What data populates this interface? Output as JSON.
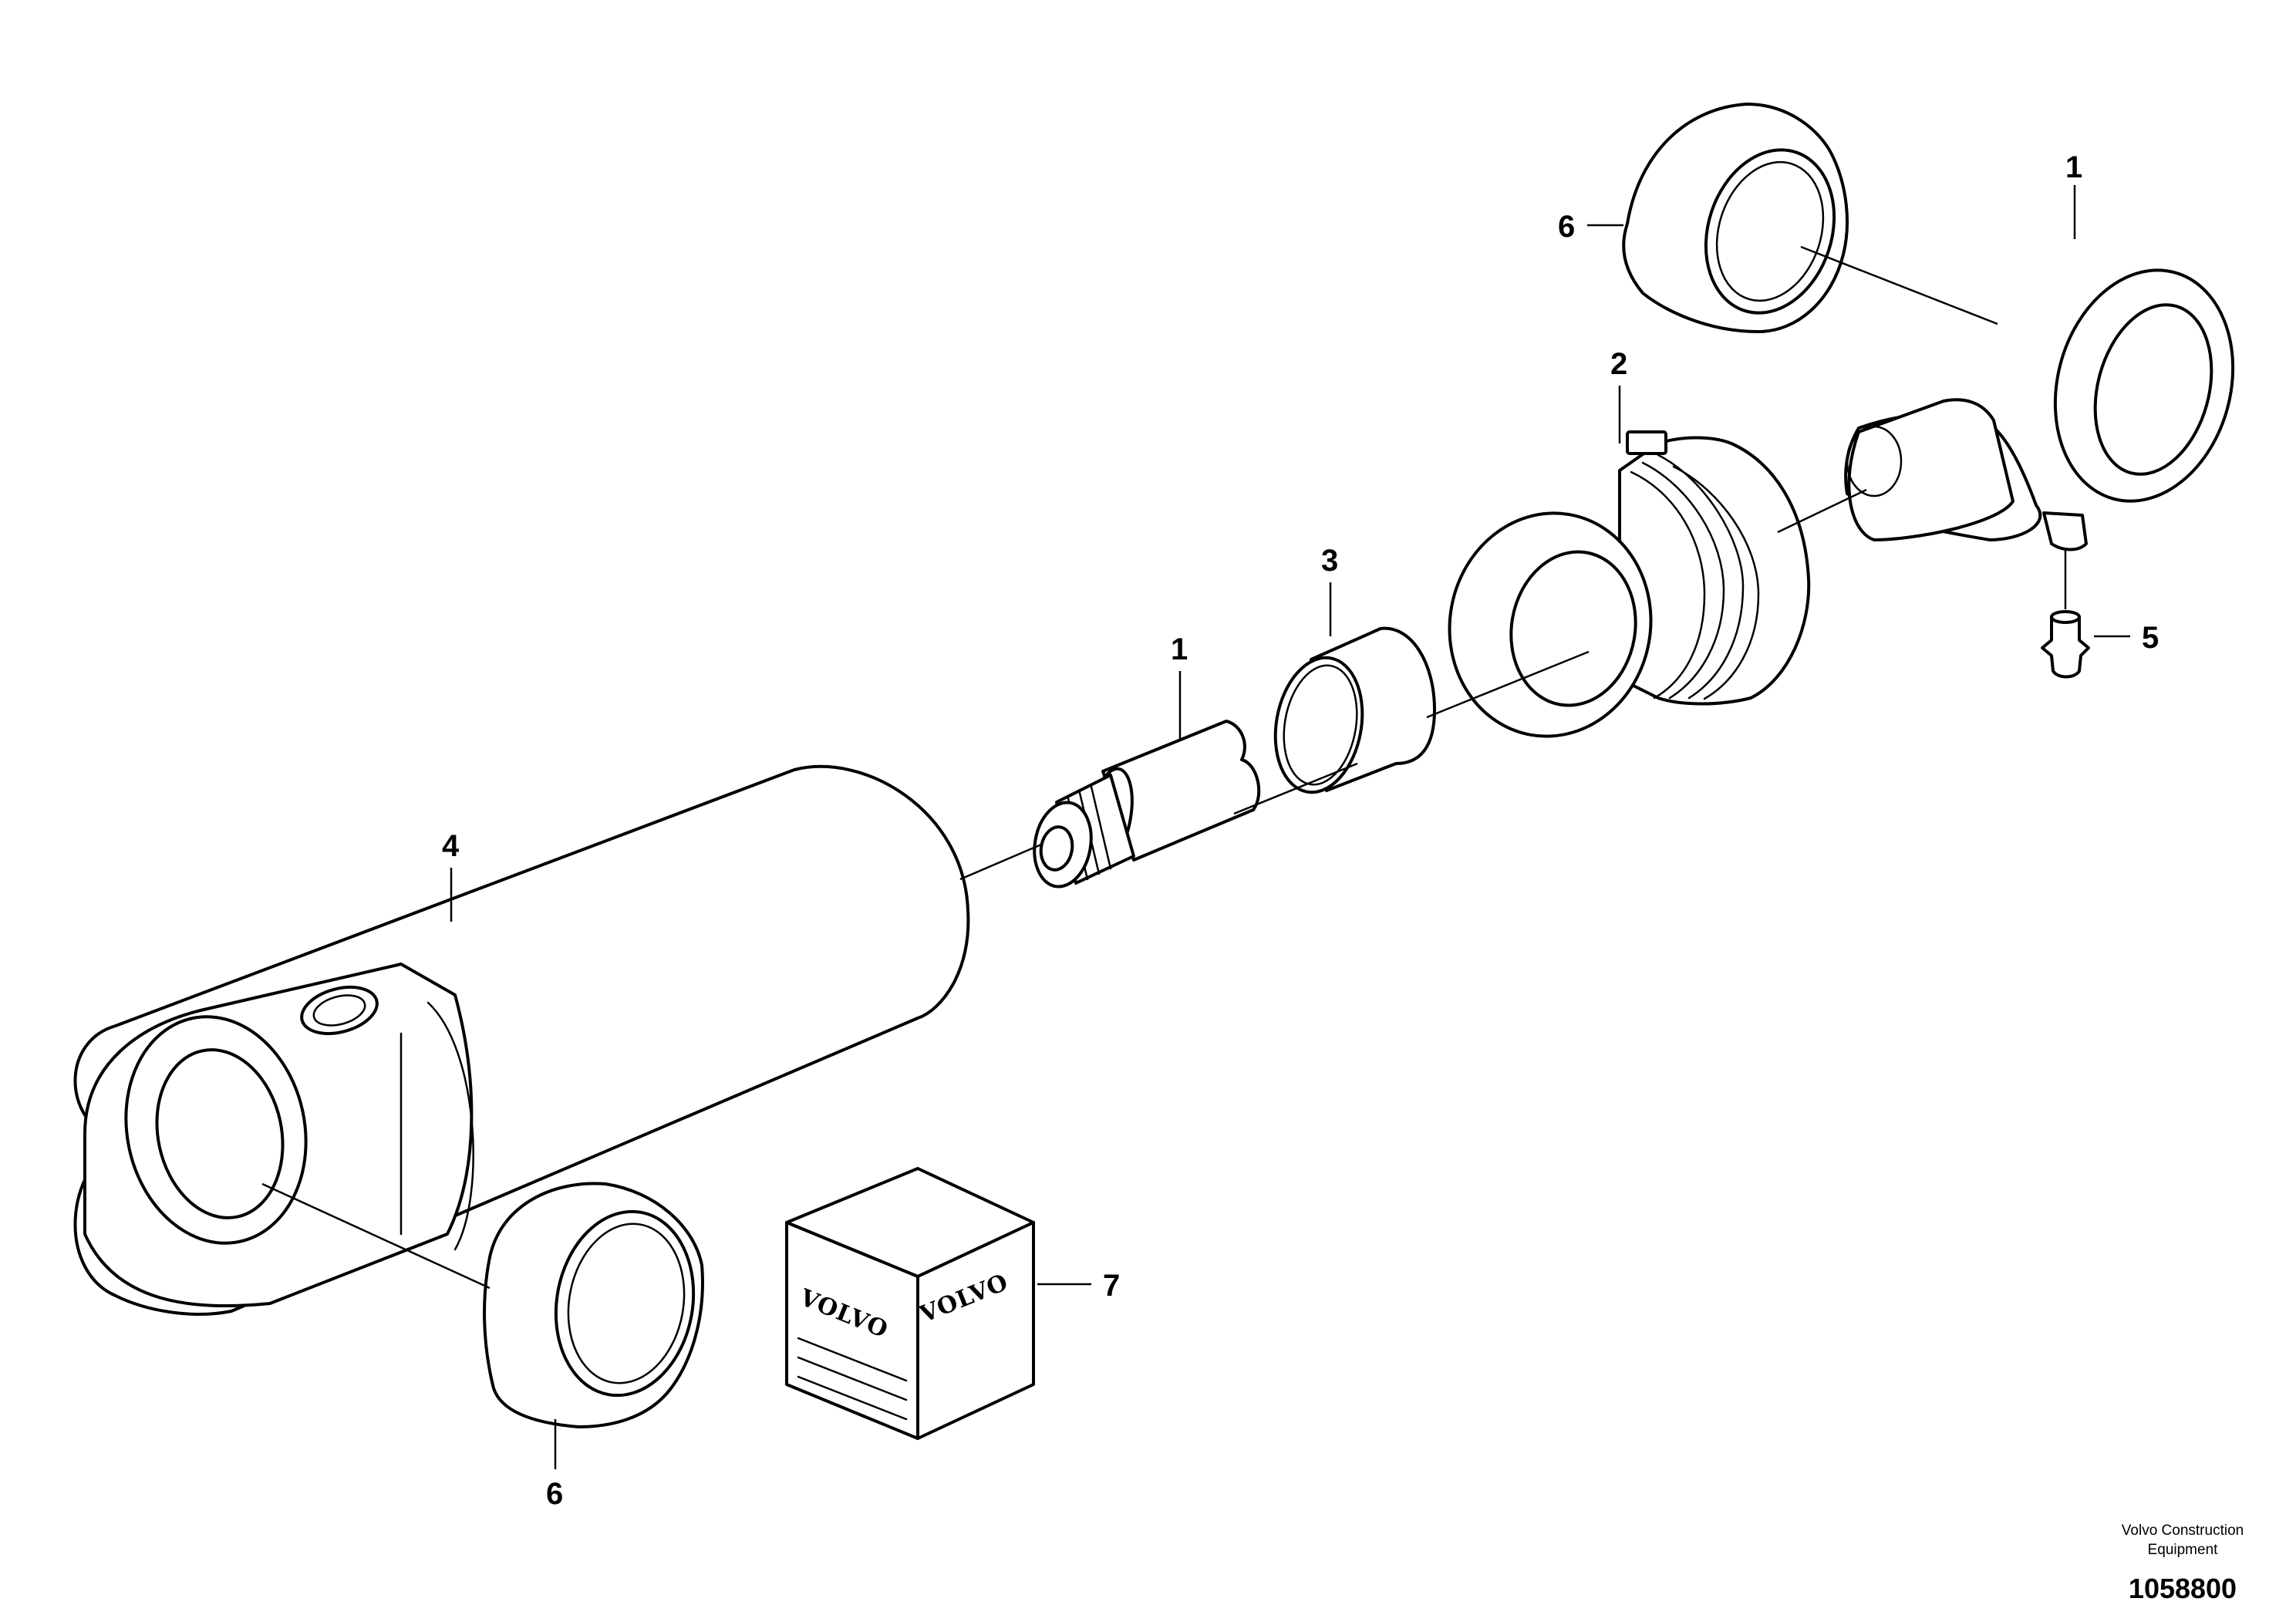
{
  "callouts": [
    "1",
    "2",
    "3",
    "1",
    "4",
    "5",
    "6",
    "6",
    "7"
  ],
  "kit_logo_text": "VOLVO",
  "footer": {
    "company_line1": "Volvo Construction",
    "company_line2": "Equipment",
    "drawing_number": "1058800"
  }
}
